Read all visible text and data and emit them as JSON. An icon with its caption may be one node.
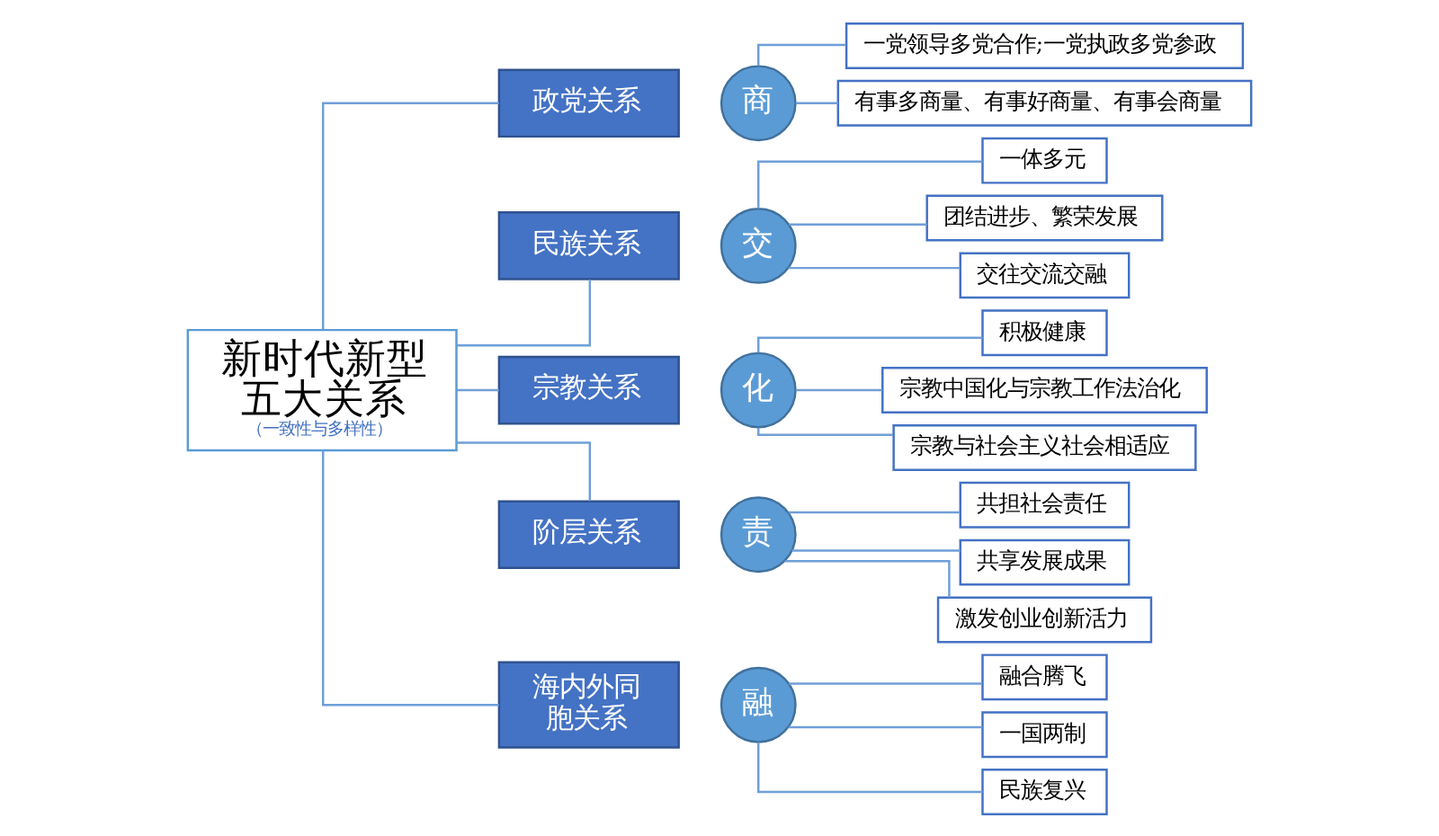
{
  "diagram": {
    "nodes": [
      {
        "text": [
          "新时代新型五大关系",
          "（一致性与多样性）"
        ]
      },
      {
        "text": [
          "政党关系"
        ]
      },
      {
        "text": [
          "商"
        ]
      },
      {
        "text": [
          "一党领导多党合作;一党执政多党参政"
        ]
      },
      {
        "text": [
          "有事多商量、有事好商量、有事会商量"
        ]
      },
      {
        "text": [
          "民族关系"
        ]
      },
      {
        "text": [
          "交"
        ]
      },
      {
        "text": [
          "一体多元"
        ]
      },
      {
        "text": [
          "团结进步、繁荣发展"
        ]
      },
      {
        "text": [
          "交往交流交融"
        ]
      },
      {
        "text": [
          "宗教关系"
        ]
      },
      {
        "text": [
          "化"
        ]
      },
      {
        "text": [
          "积极健康"
        ]
      },
      {
        "text": [
          "宗教中国化与宗教工作法治化"
        ]
      },
      {
        "text": [
          "宗教与社会主义社会相适应"
        ]
      },
      {
        "text": [
          "阶层关系"
        ]
      },
      {
        "text": [
          "责"
        ]
      },
      {
        "text": [
          "共担社会责任"
        ]
      },
      {
        "text": [
          "共享发展成果"
        ]
      },
      {
        "text": [
          "激发创业创新活力"
        ]
      },
      {
        "text": [
          "海内外同胞关系"
        ]
      },
      {
        "text": [
          "融"
        ]
      },
      {
        "text": [
          "融合腾飞"
        ]
      },
      {
        "text": [
          "一国两制"
        ]
      },
      {
        "text": [
          "民族复兴"
        ]
      }
    ],
    "edges": [
      {
        "from": 0,
        "to": 1,
        "arrow": "none"
      },
      {
        "from": 0,
        "to": 5,
        "arrow": "none"
      },
      {
        "from": 0,
        "to": 10,
        "arrow": "none"
      },
      {
        "from": 0,
        "to": 15,
        "arrow": "none"
      },
      {
        "from": 0,
        "to": 20,
        "arrow": "none"
      },
      {
        "from": 2,
        "to": 3,
        "arrow": "none"
      },
      {
        "from": 2,
        "to": 4,
        "arrow": "none"
      },
      {
        "from": 6,
        "to": 7,
        "arrow": "none"
      },
      {
        "from": 6,
        "to": 8,
        "arrow": "none"
      },
      {
        "from": 6,
        "to": 9,
        "arrow": "none"
      },
      {
        "from": 11,
        "to": 12,
        "arrow": "none"
      },
      {
        "from": 11,
        "to": 13,
        "arrow": "none"
      },
      {
        "from": 11,
        "to": 14,
        "arrow": "none"
      },
      {
        "from": 16,
        "to": 17,
        "arrow": "none"
      },
      {
        "from": 16,
        "to": 18,
        "arrow": "none"
      },
      {
        "from": 16,
        "to": 19,
        "arrow": "none"
      },
      {
        "from": 21,
        "to": 22,
        "arrow": "none"
      },
      {
        "from": 21,
        "to": 23,
        "arrow": "none"
      },
      {
        "from": 21,
        "to": 24,
        "arrow": "none"
      }
    ]
  }
}
